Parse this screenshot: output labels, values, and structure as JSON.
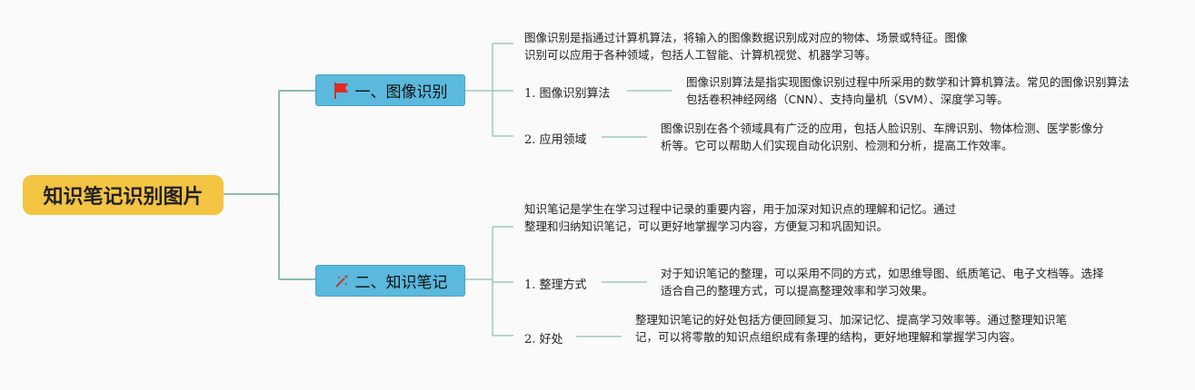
{
  "root": {
    "title": "知识笔记识别图片",
    "color": "#f4c443"
  },
  "branches": [
    {
      "title": "一、图像识别",
      "icon": "red-flag-icon",
      "summary": "图像识别是指通过计算机算法，将输入的图像数据识别成对应的物体、场景或特征。图像识别可以应用于各种领域，包括人工智能、计算机视觉、机器学习等。",
      "children": [
        {
          "label": "1. 图像识别算法",
          "text": "图像识别算法是指实现图像识别过程中所采用的数学和计算机算法。常见的图像识别算法包括卷积神经网络（CNN）、支持向量机（SVM）、深度学习等。"
        },
        {
          "label": "2. 应用领域",
          "text": "图像识别在各个领域具有广泛的应用，包括人脸识别、车牌识别、物体检测、医学影像分析等。它可以帮助人们实现自动化识别、检测和分析，提高工作效率。"
        }
      ]
    },
    {
      "title": "二、知识笔记",
      "icon": "magic-wand-icon",
      "summary": "知识笔记是学生在学习过程中记录的重要内容，用于加深对知识点的理解和记忆。通过整理和归纳知识笔记，可以更好地掌握学习内容，方便复习和巩固知识。",
      "children": [
        {
          "label": "1. 整理方式",
          "text": "对于知识笔记的整理，可以采用不同的方式，如思维导图、纸质笔记、电子文档等。选择适合自己的整理方式，可以提高整理效率和学习效果。"
        },
        {
          "label": "2. 好处",
          "text": "整理知识笔记的好处包括方便回顾复习、加深记忆、提高学习效率等。通过整理知识笔记，可以将零散的知识点组织成有条理的结构，更好地理解和掌握学习内容。"
        }
      ]
    }
  ],
  "colors": {
    "branch": "#5ab9dd",
    "line": "#9cc9bb"
  }
}
